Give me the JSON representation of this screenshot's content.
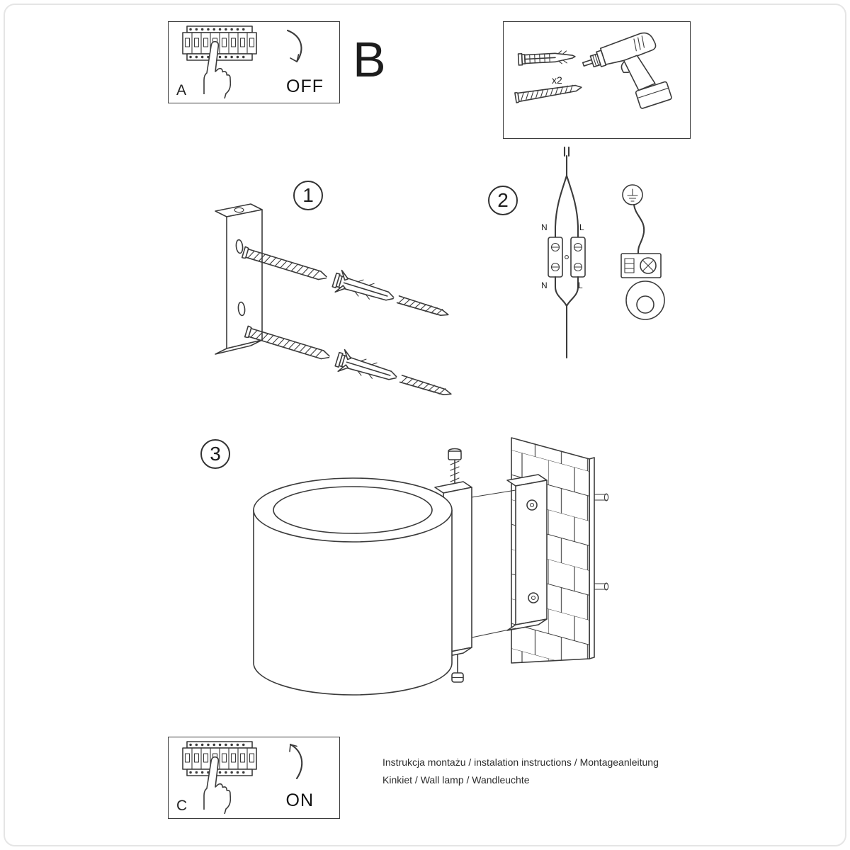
{
  "page": {
    "type": "wall-lamp-installation-instructions"
  },
  "panel_a": {
    "label": "A",
    "action": "OFF"
  },
  "panel_c": {
    "label": "C",
    "action": "ON"
  },
  "section_b": {
    "label": "B",
    "hardware_quantity": "x2"
  },
  "steps": {
    "step1": "1",
    "step2": "2",
    "step3": "3"
  },
  "wiring": {
    "terminal_top_left": "N",
    "terminal_top_right": "L",
    "terminal_bottom_left": "N",
    "terminal_bottom_right": "L"
  },
  "footer": {
    "line1": "Instrukcja montażu / instalation instructions / Montageanleitung",
    "line2": "Kinkiet / Wall lamp / Wandleuchte"
  }
}
